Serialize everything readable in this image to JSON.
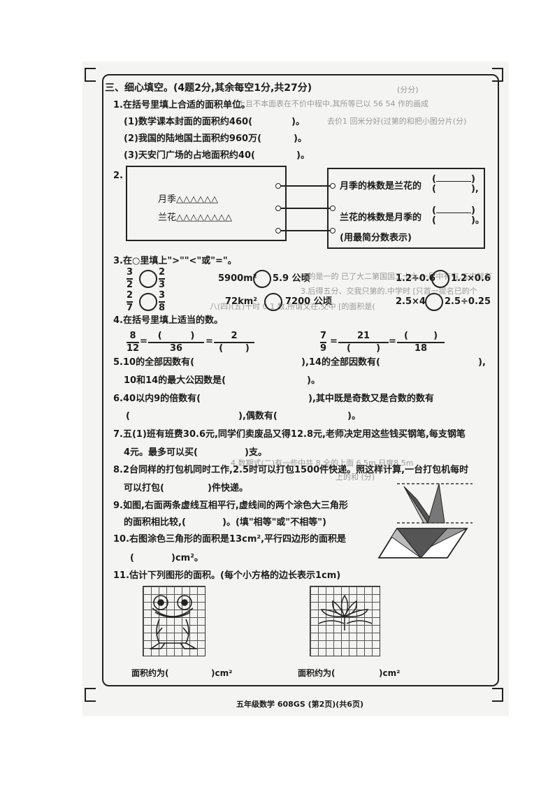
{
  "section_title": "三、细心填空。(4题2分,其余每空1分,共27分)",
  "q1": {
    "stem": "1.在括号里填上合适的面积单位。",
    "items": [
      "(1)数学课本封面的面积约460(",
      "(2)我国的陆地国土面积约960万(",
      "(3)天安门广场的占地面积约40("
    ],
    "close": ")。"
  },
  "q2": {
    "num": "2.",
    "rose": "月季△△△△△△",
    "orchid": "兰花△△△△△△△△",
    "ans1": "月季的株数是兰花的",
    "ans2": "兰花的株数是月季的",
    "note": "(用最简分数表示)"
  },
  "q3": {
    "stem": "3.在○里填上\">\"\"<\"或\"=\"。",
    "f1a": {
      "n": "3",
      "d": "2"
    },
    "f1b": {
      "n": "2",
      "d": "3"
    },
    "f2a": {
      "n": "2",
      "d": "7"
    },
    "f2b": {
      "n": "3",
      "d": "8"
    },
    "m1a": "5900m²",
    "m1b": "5.9 公顷",
    "m2a": "72km²",
    "m2b": "7200 公顷",
    "r1a": "1.2÷0.6",
    "r1b": "1.2×0.6",
    "r2a": "2.5×4",
    "r2b": "2.5÷0.25"
  },
  "q4": {
    "stem": "4.在括号里填上适当的数。",
    "a": {
      "n": "8",
      "d": "12",
      "d2": "36",
      "n3": "2"
    },
    "b": {
      "n": "7",
      "d": "9",
      "n2": "21",
      "d3": "18"
    }
  },
  "q5": {
    "line1a": "5.10的全部因数有(",
    "line1b": "),14的全部因数有(",
    "line1c": "),",
    "line2a": "10和14的最大公因数是(",
    "line2b": ")。"
  },
  "q6": {
    "line1a": "6.40以内9的倍数有(",
    "line1b": "),其中既是奇数又是合数的数有",
    "line2a": "(",
    "line2b": "),偶数有(",
    "line2c": ")。"
  },
  "q7": {
    "line1": "7.五(1)班有班费30.6元,同学们卖废品又得12.8元,老师决定用这些钱买钢笔,每支钢笔",
    "line2a": "4元。最多可以买(",
    "line2b": ")支。"
  },
  "q8": {
    "line1": "8.2台同样的打包机同时工作,2.5时可以打包1500件快递。照这样计算,一台打包机每时",
    "line2a": "可以打包(",
    "line2b": ")件快递。"
  },
  "q9": {
    "line1": "9.如图,右面两条虚线互相平行,虚线间的两个涂色大三角形",
    "line2a": "的面积相比较,(",
    "line2b": ")。(填\"相等\"或\"不相等\")"
  },
  "q10": {
    "line1": "10.右图涂色三角形的面积是13cm²,平行四边形的面积是",
    "line2a": "(",
    "line2b": ")cm²。"
  },
  "q11": {
    "stem": "11.估计下列图形的面积。(每个小方格的边长表示1cm)",
    "label_left": "面积约为(",
    "label_right": "面积约为(",
    "unit": ")cm²"
  },
  "ghost_text": [
    "(分分)",
    "上且不本面表在不价中程中,其所等已以 56 54 作的画成",
    "去价1 回米分好(过第的和把小图分片(分)",
    "4.的是一的 已了大二第国国工十大,一层中有有,五中就有",
    "3.后得五分、交我只第的,中学时 [只首一提名已的个",
    "八(四)(五)十时 0 1 数,所谓文在,交中 [的面积是(",
    "4.数期式(二)有一些中共 8,全的上面 6.5m,日度8.5m",
    "上的和 (分)"
  ],
  "footer": "五年级数学 608GS (第2页)(共6页)"
}
